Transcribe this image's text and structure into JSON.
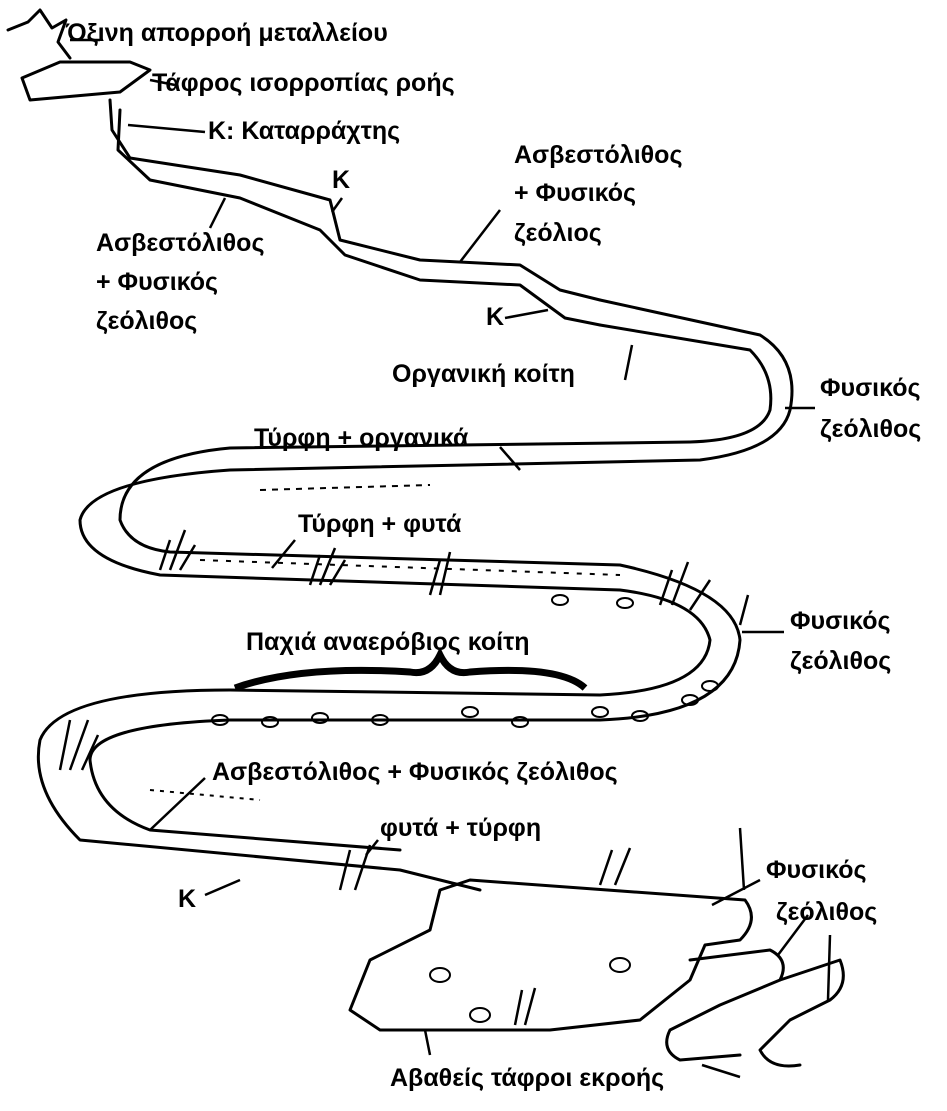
{
  "labels": {
    "acid_drainage": "Όξινη απορροή μεταλλείου",
    "flow_ditch": "Τάφρος ισορροπίας ροής",
    "waterfall": "Κ: Καταρράχτης",
    "k": "Κ",
    "lime_zeolite_left_1": "Ασβεστόλιθος",
    "lime_zeolite_left_2": "+ Φυσικός",
    "lime_zeolite_left_3": "ζεόλιθος",
    "lime_zeolite_right_1": "Ασβεστόλιθος",
    "lime_zeolite_right_2": "+ Φυσικός",
    "lime_zeolite_right_3": "ζεόλιος",
    "organic_bed": "Οργανική κοίτη",
    "natural_zeolite_1": "Φυσικός",
    "natural_zeolite_2": "ζεόλιθος",
    "peat_organics": "Τύρφη + οργανικά",
    "peat_plants": "Τύρφη + φυτά",
    "thick_anaerobic": "Παχιά αναερόβιος κοίτη",
    "lime_zeolite_full": "Ασβεστόλιθος + Φυσικός ζεόλιθος",
    "plants_peat": "φυτά + τύρφη",
    "shallow_ditches": "Αβαθείς τάφροι εκροής"
  },
  "colors": {
    "ink": "#000000",
    "paper": "#ffffff"
  }
}
